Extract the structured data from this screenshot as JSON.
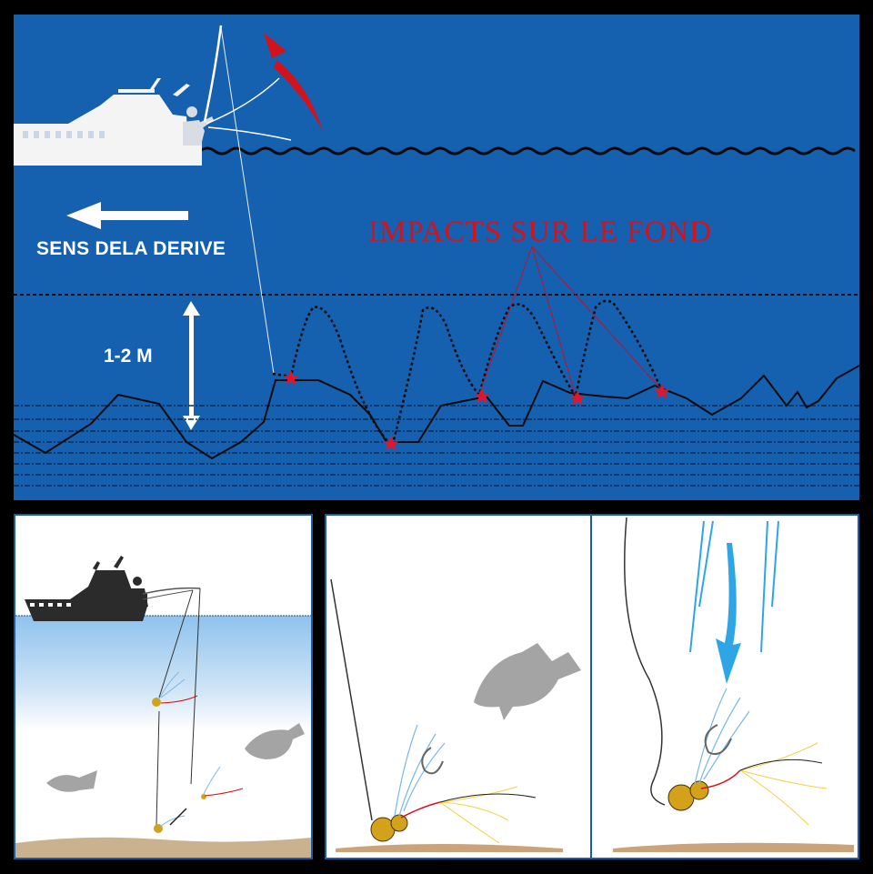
{
  "top_panel": {
    "drift_label": "SENS DELA DERIVE",
    "depth_label": "1-2 M",
    "impact_label": "IMPACTS SUR LE FOND",
    "colors": {
      "water": "#1660b0",
      "accent_red": "#d4121c",
      "white": "#ffffff"
    },
    "icons": [
      "boat-icon",
      "angler-icon",
      "drift-arrow-icon",
      "depth-arrow-icon",
      "impact-star-icon",
      "rod-motion-arrow-icon"
    ]
  },
  "bottom_panels": {
    "icons": [
      "boat-icon",
      "angler-icon",
      "fish-icon",
      "lure-icon",
      "hook-icon",
      "rain-arrow-icon"
    ],
    "colors": {
      "sky_blue": "#7fb6e6",
      "seabed": "#c9b28d",
      "fish_gray": "#a4a4a4",
      "lure_gold": "#d4a21a"
    }
  }
}
